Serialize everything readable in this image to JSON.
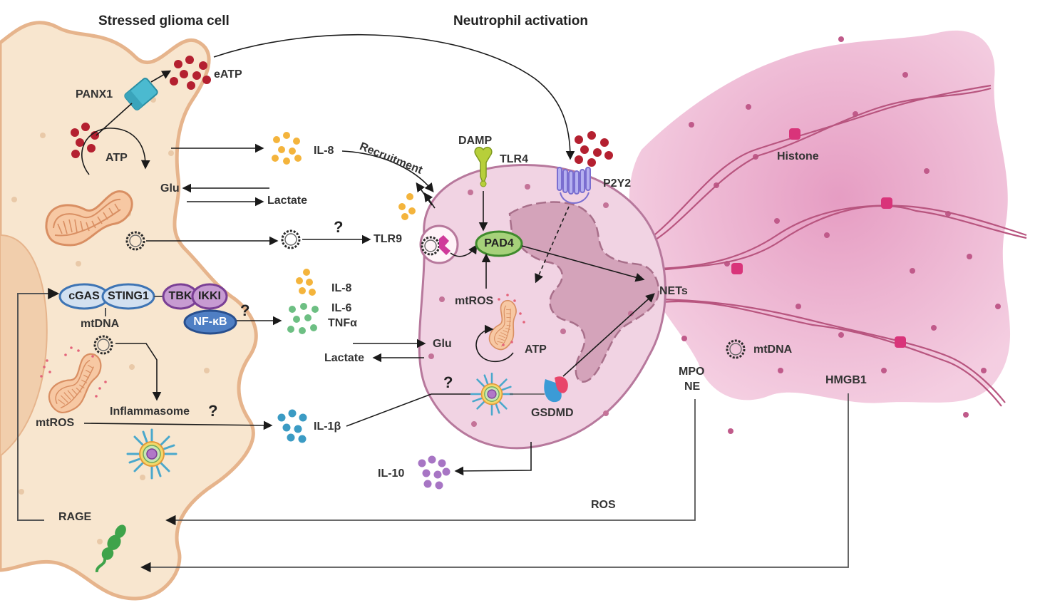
{
  "titles": {
    "left": "Stressed glioma cell",
    "center": "Neutrophil activation"
  },
  "labels": {
    "panx1": "PANX1",
    "eatp": "eATP",
    "atp_glioma": "ATP",
    "il8_top": "IL-8",
    "recruitment": "Recruitment",
    "glu_left": "Glu",
    "lactate_left": "Lactate",
    "tlr9": "TLR9",
    "question": "?",
    "cgas": "cGAS",
    "sting1": "STING1",
    "tbk": "TBK",
    "ikki": "IKKI",
    "nfkb": "NF-κB",
    "mtdna_left": "mtDNA",
    "il8_mid": "IL-8",
    "il6": "IL-6",
    "tnfa": "TNFα",
    "glu_mid": "Glu",
    "lactate_mid": "Lactate",
    "inflammasome": "Inflammasome",
    "mtros_left": "mtROS",
    "il1b": "IL-1β",
    "rage": "RAGE",
    "damp": "DAMP",
    "tlr4": "TLR4",
    "p2y2": "P2Y2",
    "pad4": "PAD4",
    "mtros_neut": "mtROS",
    "atp_neut": "ATP",
    "gsdmd": "GSDMD",
    "il10": "IL-10",
    "nets": "NETs",
    "histone": "Histone",
    "mtdna_right": "mtDNA",
    "mpo": "MPO",
    "ne": "NE",
    "hmgb1": "HMGB1",
    "ros": "ROS"
  },
  "colors": {
    "glioma_fill": "#f8e6cf",
    "glioma_edge": "#e6b48c",
    "nucleus": "#f1ceac",
    "neutrophil_fill": "#f1d3e3",
    "neutrophil_edge": "#b7789c",
    "neutrophil_nucleus": "#d4a3ba",
    "nets_cloud": "#e9a5c6",
    "eatp_dots": "#b42030",
    "il8_dots": "#f4b43c",
    "il6_dots": "#6dbf83",
    "il1b_dots": "#3b9bc4",
    "il10_dots": "#a775c4",
    "cgas_sting": "#d2e0f0",
    "tbk_ikki": "#c79bd2",
    "nfkb": "#4f7fc4",
    "pad4": "#a6d17a",
    "panx1": "#4bbad0",
    "p2y2": "#8f8fe0",
    "tlr4": "#b7cf3a",
    "histone": "#d9347a",
    "rage": "#3ea34a",
    "tlr9_receptor": "#cf3a9a",
    "arrow": "#1a1a1a"
  },
  "icons": [
    "panx1-channel-icon",
    "mitochondrion-icon",
    "mtdna-ring-icon",
    "inflammasome-icon",
    "tlr4-receptor-icon",
    "p2y2-receptor-icon",
    "gsdmd-pore-icon",
    "histone-icon",
    "rage-receptor-icon"
  ]
}
